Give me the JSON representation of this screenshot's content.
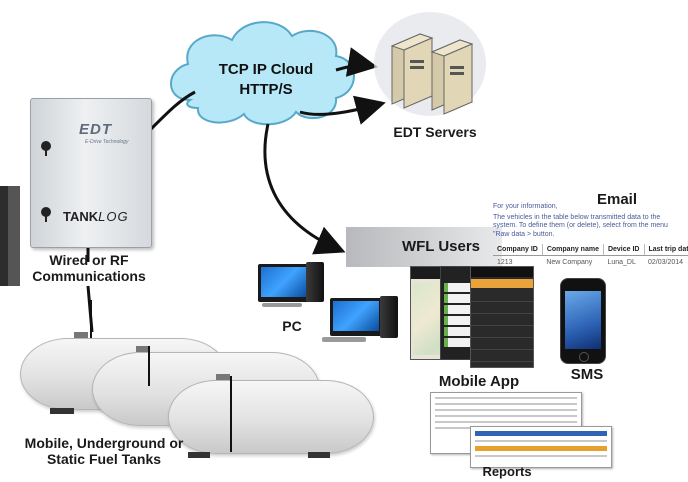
{
  "cloud": {
    "line1": "TCP IP Cloud",
    "line2": "HTTP/S"
  },
  "servers": {
    "label": "EDT Servers"
  },
  "control_box": {
    "logo": "EDT",
    "logo_sub": "E-Drive Technology",
    "brand_prefix": "TANK",
    "brand_suffix": "LOG"
  },
  "communications": {
    "label": "Wired or RF Communications"
  },
  "tanks": {
    "label": "Mobile, Underground or Static Fuel Tanks"
  },
  "wfl": {
    "label": "WFL Users"
  },
  "pc": {
    "label": "PC"
  },
  "mobile_app": {
    "label": "Mobile App",
    "screen2_rows": [
      "",
      "",
      "",
      "",
      "",
      ""
    ]
  },
  "sms": {
    "label": "SMS"
  },
  "reports": {
    "label": "Reports"
  },
  "email": {
    "title": "Email",
    "intro": "For your information,",
    "body": "The vehicles in the table below transmitted data to the system. To define them (or delete), select from the menu \"Raw data > button.",
    "columns": [
      "Company ID",
      "Company name",
      "Device ID",
      "Last trip date"
    ],
    "rows": [
      [
        "1213",
        "New Company",
        "Luna_DL",
        "02/03/2014"
      ]
    ]
  },
  "colors": {
    "cloud_fill": "#b7e8f7",
    "cloud_stroke": "#57a8c9",
    "connector": "#111111",
    "accent_blue": "#2e63b5"
  }
}
